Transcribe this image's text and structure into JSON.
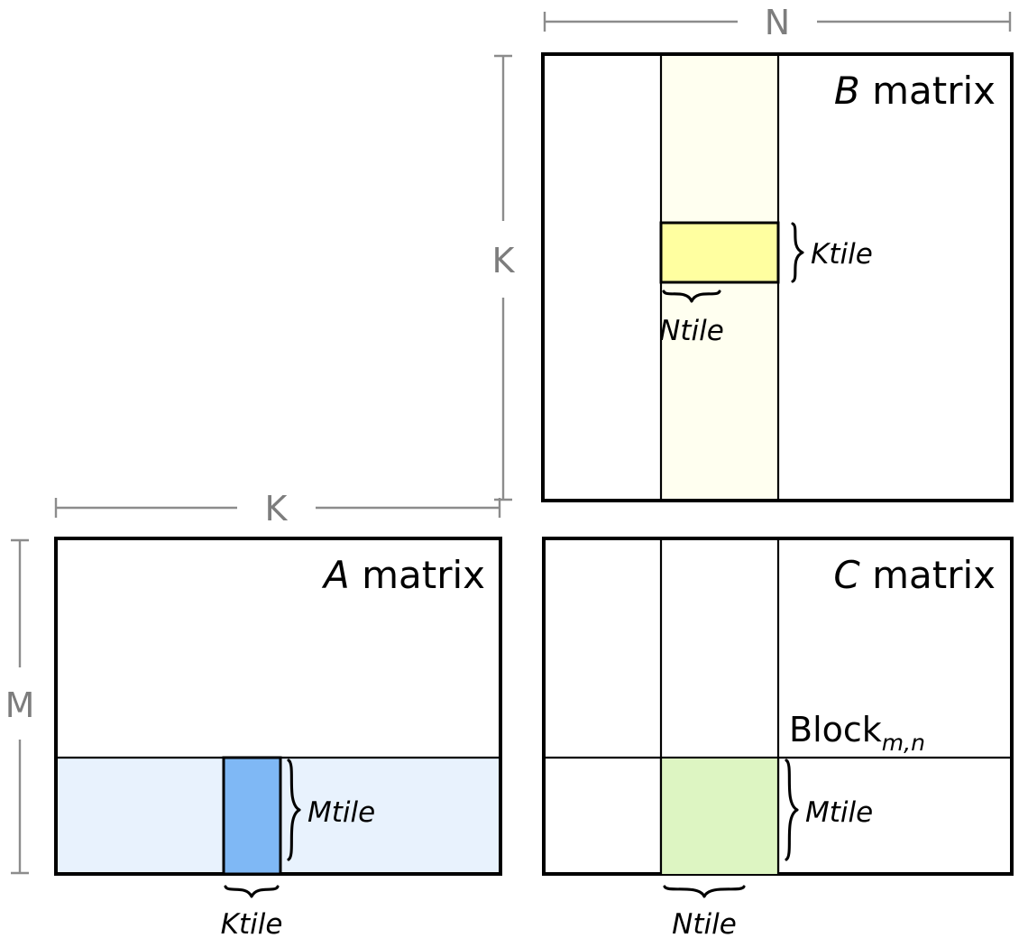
{
  "diagram": {
    "title_b": "B matrix",
    "title_b_sym": "B",
    "title_b_rest": " matrix",
    "title_a_sym": "A",
    "title_a_rest": " matrix",
    "title_c_sym": "C",
    "title_c_rest": " matrix",
    "block_label": "Block",
    "block_subscript": "m,n",
    "dims": {
      "n": "N",
      "k_vertical": "K",
      "k_horizontal": "K",
      "m": "M"
    },
    "tiles": {
      "ktile_b": "Ktile",
      "ntile_b": "Ntile",
      "mtile_a": "Mtile",
      "ktile_a": "Ktile",
      "mtile_c": "Mtile",
      "ntile_c": "Ntile"
    },
    "colors": {
      "b_strip": "#fffff0",
      "b_tile": "#ffffa0",
      "a_strip": "#e8f2fd",
      "a_tile": "#7fb8f5",
      "c_tile": "#ddf5c2",
      "border": "#000000",
      "dimension": "#8c8c8c",
      "background": "#ffffff"
    }
  }
}
